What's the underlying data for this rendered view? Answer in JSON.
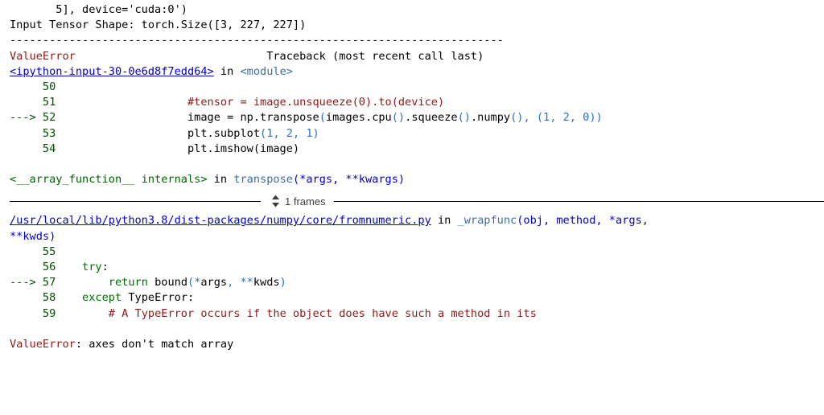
{
  "output": {
    "preamble": [
      "       5], device='cuda:0')",
      "Input Tensor Shape: torch.Size([3, 227, 227])"
    ],
    "dash_rule": "---------------------------------------------------------------------------",
    "error_header": {
      "exception": "ValueError",
      "traceback_note": "Traceback (most recent call last)"
    },
    "frame1": {
      "location_link": "<ipython-input-30-0e6d8f7edd64>",
      "in_word": "in",
      "scope": "<module>",
      "lines": [
        {
          "marker": "     ",
          "number": "50",
          "gap": "",
          "code": ""
        },
        {
          "marker": "     ",
          "number": "51",
          "gap": "                    ",
          "code": "#tensor = image.unsqueeze(0).to(device)"
        },
        {
          "marker": "---> ",
          "number": "52",
          "gap": "                    ",
          "code": "image = np.transpose(images.cpu().squeeze().numpy(), (1, 2, 0))"
        },
        {
          "marker": "     ",
          "number": "53",
          "gap": "                    ",
          "code": "plt.subplot(1, 2, 1)"
        },
        {
          "marker": "     ",
          "number": "54",
          "gap": "                    ",
          "code": "plt.imshow(image)"
        }
      ]
    },
    "frame2": {
      "location": "<__array_function__ internals>",
      "in_word": "in",
      "func": "transpose",
      "signature": "(*args, **kwargs)"
    },
    "frames_toggle": {
      "label": "1 frames",
      "icon": "chevron-up-down-icon"
    },
    "frame3": {
      "path_link": "/usr/local/lib/python3.8/dist-packages/numpy/core/fromnumeric.py",
      "in_word": "in",
      "func": "_wrapfunc",
      "signature_part1": "(obj, method, *args,",
      "signature_part2": "**kwds)",
      "lines": [
        {
          "marker": "     ",
          "number": "55",
          "gap": "",
          "code": ""
        },
        {
          "marker": "     ",
          "number": "56",
          "gap": "    ",
          "code": "try:"
        },
        {
          "marker": "---> ",
          "number": "57",
          "gap": "        ",
          "code": "return bound(*args, **kwds)"
        },
        {
          "marker": "     ",
          "number": "58",
          "gap": "    ",
          "code": "except TypeError:"
        },
        {
          "marker": "     ",
          "number": "59",
          "gap": "        ",
          "code": "# A TypeError occurs if the object does have such a method in its"
        }
      ]
    },
    "final_error": {
      "exception": "ValueError",
      "separator": ": ",
      "message": "axes don't match array"
    }
  },
  "colors": {
    "error_red": "#8b1a1a",
    "rule_red": "#a31515",
    "green": "#006400",
    "link_blue": "#0000cc",
    "steel_blue": "#3a6ea5",
    "number_blue": "#2f6fbf",
    "text_black": "#000000"
  }
}
